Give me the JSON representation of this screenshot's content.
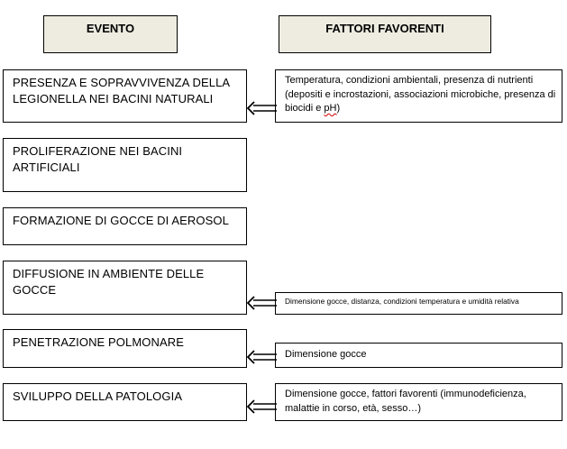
{
  "headers": {
    "event": "EVENTO",
    "factors": "FATTORI FAVORENTI"
  },
  "events": [
    "PRESENZA E SOPRAVVIVENZA DELLA LEGIONELLA NEI BACINI NATURALI",
    "PROLIFERAZIONE NEI BACINI ARTIFICIALI",
    "FORMAZIONE DI GOCCE DI AEROSOL",
    "DIFFUSIONE IN AMBIENTE DELLE GOCCE",
    "PENETRAZIONE POLMONARE",
    "SVILUPPO DELLA PATOLOGIA"
  ],
  "factors": {
    "f1_text": "Temperatura, condizioni ambientali, presenza di nutrienti (depositi e incrostazioni, associazioni microbiche, presenza di biocidi e ",
    "f1_flagged": "pH",
    "f1_end": ")",
    "f4": "Dimensione gocce, distanza, condizioni temperatura e umidità relativa",
    "f5": "Dimensione gocce",
    "f6": "Dimensione gocce, fattori favorenti (immunodeficienza, malattie in corso, età, sesso…)"
  },
  "colors": {
    "header_fill": "#eeece1",
    "border": "#000000",
    "spellcheck": "#d00000"
  },
  "icons": [
    "double-arrow-left-icon"
  ]
}
